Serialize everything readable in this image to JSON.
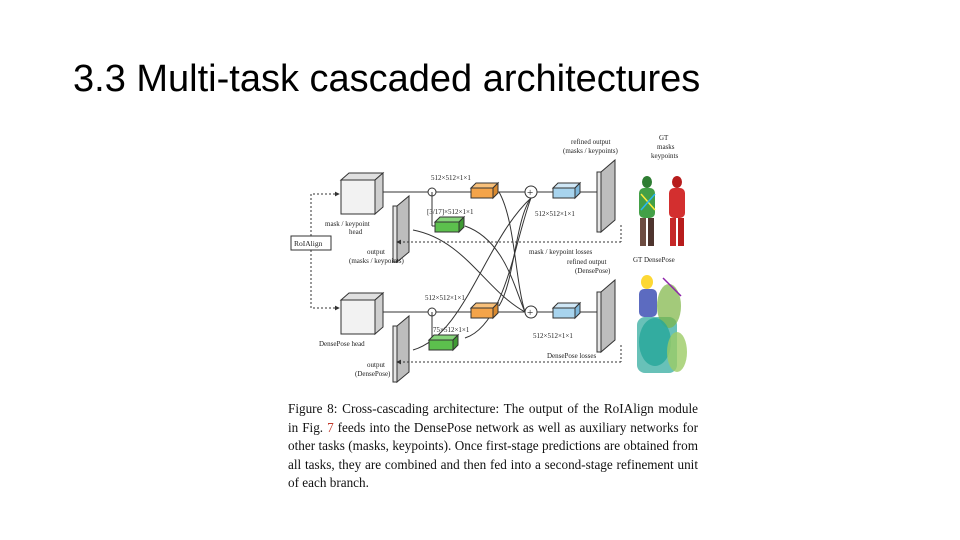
{
  "slide": {
    "title": "3.3 Multi-task cascaded architectures"
  },
  "figure": {
    "labels": {
      "refined_top": "refined output",
      "refined_top_sub": "(masks / keypoints)",
      "gt": "GT",
      "gt_sub1": "masks",
      "gt_sub2": "keypoints",
      "dim_top_orange": "512×512×1×1",
      "dim_top_green": "[3/17]×512×1×1",
      "dim_top_blue": "512×512×1×1",
      "mask_head": "mask / keypoint",
      "mask_head_sub": "head",
      "roialign": "RoIAlign",
      "output_top": "output",
      "output_top_sub": "(masks / keypoints)",
      "loss_top": "mask / keypoint losses",
      "refined_bottom": "refined output",
      "refined_bottom_sub": "(DensePose)",
      "gt_densepose": "GT DensePose",
      "dim_bot_orange": "512×512×1×1",
      "dim_bot_green": "75×512×1×1",
      "dim_bot_blue": "512×512×1×1",
      "densepose_head": "DensePose head",
      "output_bottom": "output",
      "output_bottom_sub": "(DensePose)",
      "loss_bottom": "DensePose losses"
    },
    "colors": {
      "orange": "#f4a44a",
      "green": "#5cc04d",
      "blue": "#a8d4ee",
      "gray": "#cfcfcf"
    }
  },
  "caption": {
    "label": "Figure 8:",
    "part1": " Cross-cascading architecture: The output of the RoIAlign module in Fig. ",
    "ref": "7",
    "part2": " feeds into the DensePose network as well as auxiliary networks for other tasks (masks, keypoints). Once first-stage predictions are obtained from all tasks, they are combined and then fed into a second-stage refinement unit of each branch."
  }
}
